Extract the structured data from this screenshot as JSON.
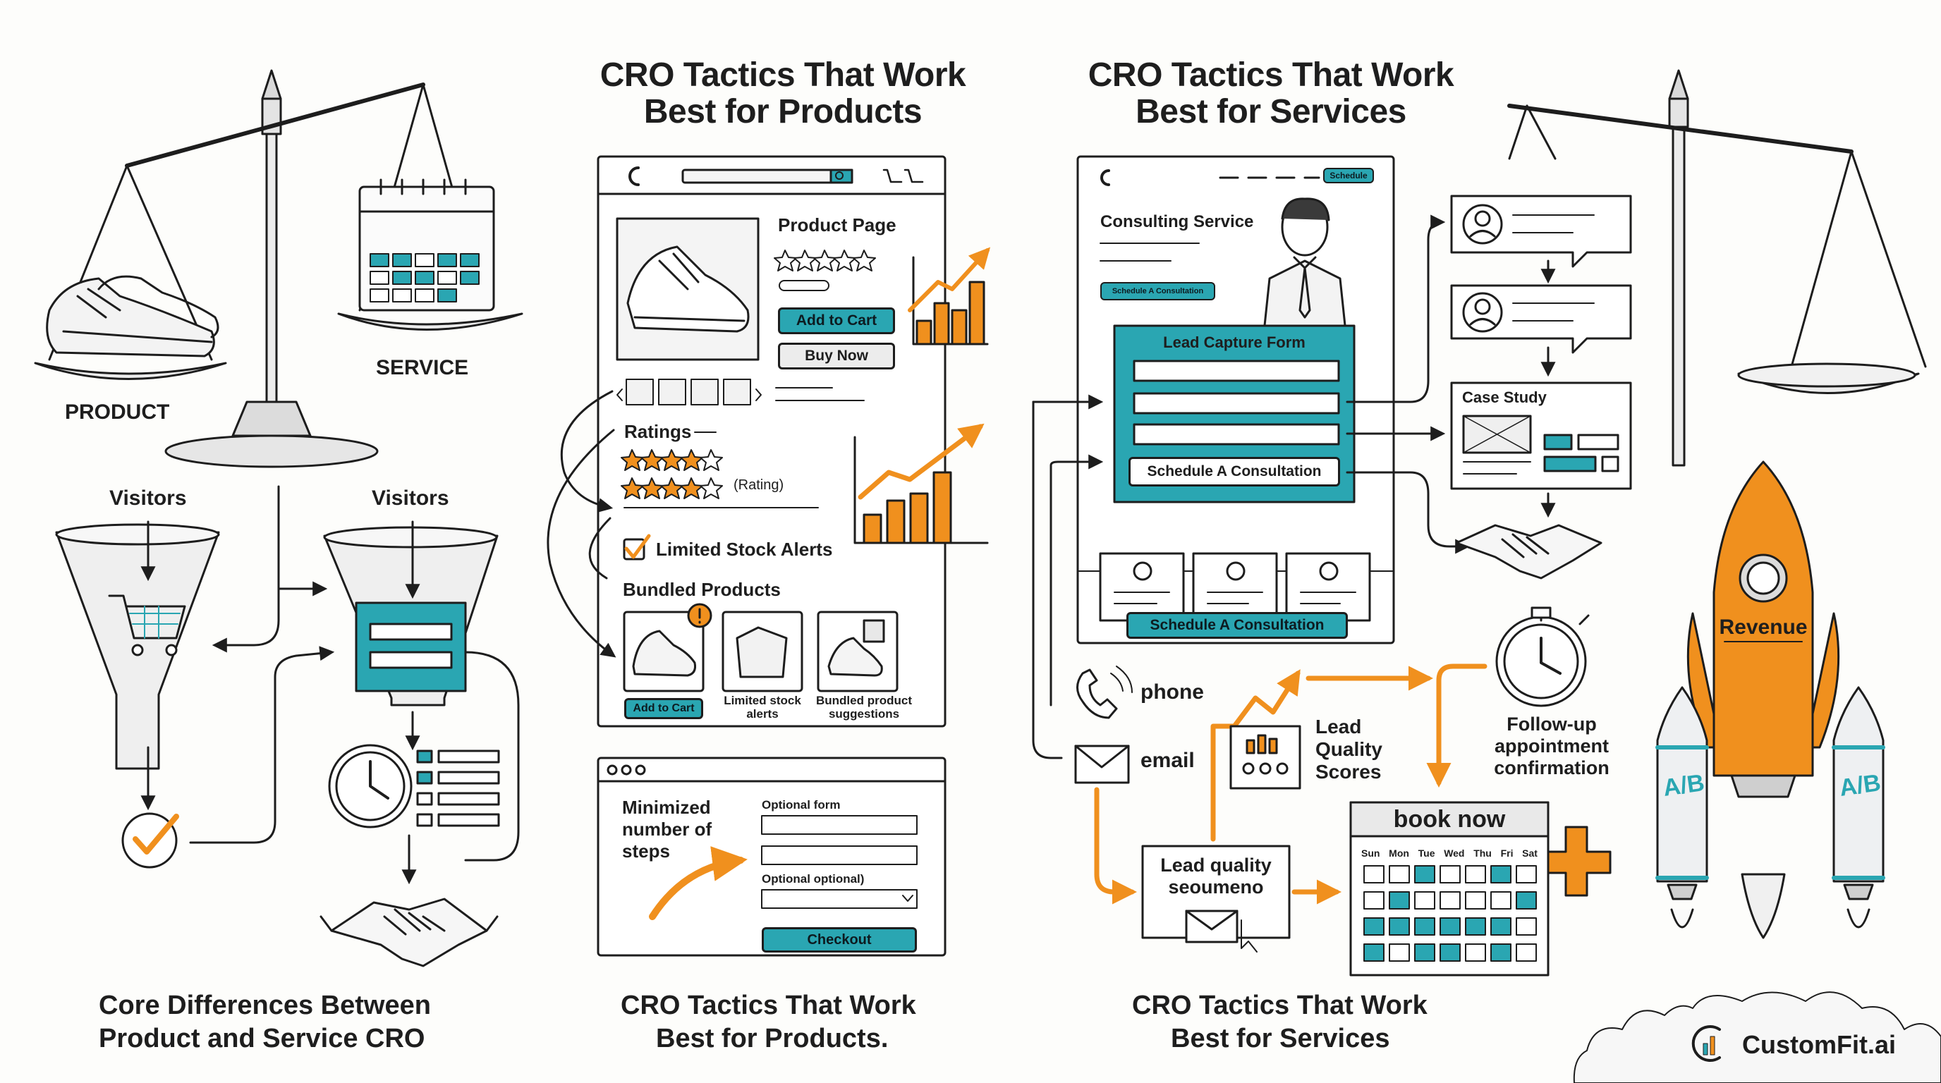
{
  "colors": {
    "teal": "#2aa6b2",
    "orange": "#f0901e",
    "ink": "#1d1d1d",
    "paper": "#fdfdfb"
  },
  "panel1": {
    "label_service": "SERVICE",
    "label_product": "PRODUCT",
    "visitors_left": "Visitors",
    "visitors_right": "Visitors",
    "caption_line1": "Core Differences Between",
    "caption_line2": "Product and Service CRO",
    "icons": [
      "scale-icon",
      "sneakers-icon",
      "calendar-icon",
      "funnel-icon",
      "cart-icon",
      "checkmark-icon",
      "clock-icon",
      "handshake-icon"
    ]
  },
  "panel2": {
    "title_line1": "CRO Tactics That Work",
    "title_line2": "Best for Products",
    "product_page_title": "Product Page",
    "add_to_cart": "Add to Cart",
    "buy_now": "Buy Now",
    "ratings_label": "Ratings",
    "rating_caption": "(Rating)",
    "limited_stock": "Limited Stock Alerts",
    "bundled_products": "Bundled Products",
    "bundle_add_to_cart": "Add to Cart",
    "bundle_stock_line1": "Limited stock",
    "bundle_stock_line2": "alerts",
    "bundle_suggest_line1": "Bundled product",
    "bundle_suggest_line2": "suggestions",
    "checkout_steps_line1": "Minimized",
    "checkout_steps_line2": "number of",
    "checkout_steps_line3": "steps",
    "optional_form": "Optional form",
    "optional_optional": "Optional optional)",
    "checkout": "Checkout",
    "caption_line1": "CRO Tactics That Work",
    "caption_line2": "Best for Products.",
    "icons": [
      "logo-c-icon",
      "search-icon",
      "cart-icon",
      "star-icon",
      "dollar-icon",
      "bar-chart-icon",
      "alert-icon",
      "checkbox-icon"
    ]
  },
  "panel3": {
    "title_line1": "CRO Tactics That Work",
    "title_line2": "Best for Services",
    "schedule_chip": "Schedule",
    "consulting_service": "Consulting Service",
    "schedule_small": "Schedule A Consultation",
    "lead_capture_form": "Lead Capture Form",
    "schedule_form_button": "Schedule A Consultation",
    "schedule_bottom_button": "Schedule A Consultation",
    "case_study": "Case Study",
    "phone": "phone",
    "email": "email",
    "lead_quality_line1": "Lead",
    "lead_quality_line2": "Quality",
    "lead_quality_line3": "Scores",
    "followup_line1": "Follow-up",
    "followup_line2": "appointment",
    "followup_line3": "confirmation",
    "lead_seq_line1": "Lead quality",
    "lead_seq_line2": "seoumeno",
    "book_now": "book now",
    "weekdays": [
      "Sun",
      "Mon",
      "Tue",
      "Wed",
      "Thu",
      "Fri",
      "Sat"
    ],
    "caption_line1": "CRO Tactics That Work",
    "caption_line2": "Best for Services",
    "icons": [
      "consultant-icon",
      "avatar-icon",
      "handshake-icon",
      "stopwatch-icon",
      "phone-icon",
      "email-icon",
      "plus-icon"
    ]
  },
  "panel4": {
    "revenue": "Revenue",
    "booster_left": "A/B",
    "booster_right": "A/B",
    "brand": "CustomFit.ai",
    "icons": [
      "rocket-icon",
      "scale-icon",
      "brand-logo-icon"
    ]
  }
}
